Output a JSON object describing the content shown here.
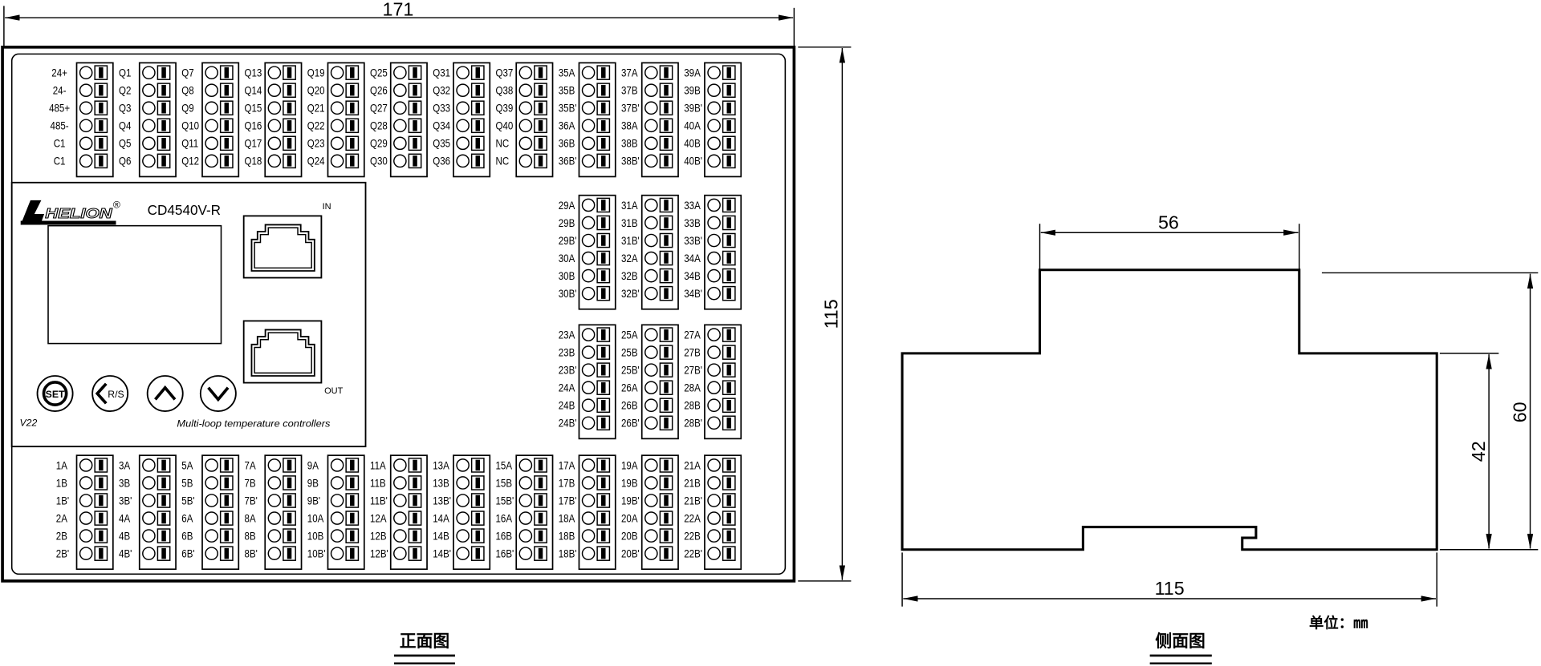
{
  "front_view": {
    "dim_width": "171",
    "dim_height": "115",
    "top_row": [
      [
        "24+",
        "24-",
        "485+",
        "485-",
        "C1",
        "C1"
      ],
      [
        "Q1",
        "Q2",
        "Q3",
        "Q4",
        "Q5",
        "Q6"
      ],
      [
        "Q7",
        "Q8",
        "Q9",
        "Q10",
        "Q11",
        "Q12"
      ],
      [
        "Q13",
        "Q14",
        "Q15",
        "Q16",
        "Q17",
        "Q18"
      ],
      [
        "Q19",
        "Q20",
        "Q21",
        "Q22",
        "Q23",
        "Q24"
      ],
      [
        "Q25",
        "Q26",
        "Q27",
        "Q28",
        "Q29",
        "Q30"
      ],
      [
        "Q31",
        "Q32",
        "Q33",
        "Q34",
        "Q35",
        "Q36"
      ],
      [
        "Q37",
        "Q38",
        "Q39",
        "Q40",
        "NC",
        "NC"
      ],
      [
        "35A",
        "35B",
        "35B'",
        "36A",
        "36B",
        "36B'"
      ],
      [
        "37A",
        "37B",
        "37B'",
        "38A",
        "38B",
        "38B'"
      ],
      [
        "39A",
        "39B",
        "39B'",
        "40A",
        "40B",
        "40B'"
      ]
    ],
    "middle_row_upper": [
      [
        "29A",
        "29B",
        "29B'",
        "30A",
        "30B",
        "30B'"
      ],
      [
        "31A",
        "31B",
        "31B'",
        "32A",
        "32B",
        "32B'"
      ],
      [
        "33A",
        "33B",
        "33B'",
        "34A",
        "34B",
        "34B'"
      ]
    ],
    "middle_row_lower": [
      [
        "23A",
        "23B",
        "23B'",
        "24A",
        "24B",
        "24B'"
      ],
      [
        "25A",
        "25B",
        "25B'",
        "26A",
        "26B",
        "26B'"
      ],
      [
        "27A",
        "27B",
        "27B'",
        "28A",
        "28B",
        "28B'"
      ]
    ],
    "bottom_row": [
      [
        "1A",
        "1B",
        "1B'",
        "2A",
        "2B",
        "2B'"
      ],
      [
        "3A",
        "3B",
        "3B'",
        "4A",
        "4B",
        "4B'"
      ],
      [
        "5A",
        "5B",
        "5B'",
        "6A",
        "6B",
        "6B'"
      ],
      [
        "7A",
        "7B",
        "7B'",
        "8A",
        "8B",
        "8B'"
      ],
      [
        "9A",
        "9B",
        "9B'",
        "10A",
        "10B",
        "10B'"
      ],
      [
        "11A",
        "11B",
        "11B'",
        "12A",
        "12B",
        "12B'"
      ],
      [
        "13A",
        "13B",
        "13B'",
        "14A",
        "14B",
        "14B'"
      ],
      [
        "15A",
        "15B",
        "15B'",
        "16A",
        "16B",
        "16B'"
      ],
      [
        "17A",
        "17B",
        "17B'",
        "18A",
        "18B",
        "18B'"
      ],
      [
        "19A",
        "19B",
        "19B'",
        "20A",
        "20B",
        "20B'"
      ],
      [
        "21A",
        "21B",
        "21B'",
        "22A",
        "22B",
        "22B'"
      ]
    ],
    "controller": {
      "logo_text": "HELION",
      "logo_mark": "®",
      "model": "CD4540V-R",
      "port_in_label": "IN",
      "port_out_label": "OUT",
      "set_button": "SET",
      "run_stop_button": "R/S",
      "up_button_icon": "up-arrow-icon",
      "down_button_icon": "down-arrow-icon",
      "version": "V22",
      "caption": "Multi-loop temperature controllers"
    },
    "view_caption": "正面图"
  },
  "side_view": {
    "dim_top_width": "56",
    "dim_total_width": "115",
    "dim_body_height": "42",
    "dim_total_height": "60",
    "view_caption": "侧面图"
  },
  "unit_note": "单位：㎜"
}
